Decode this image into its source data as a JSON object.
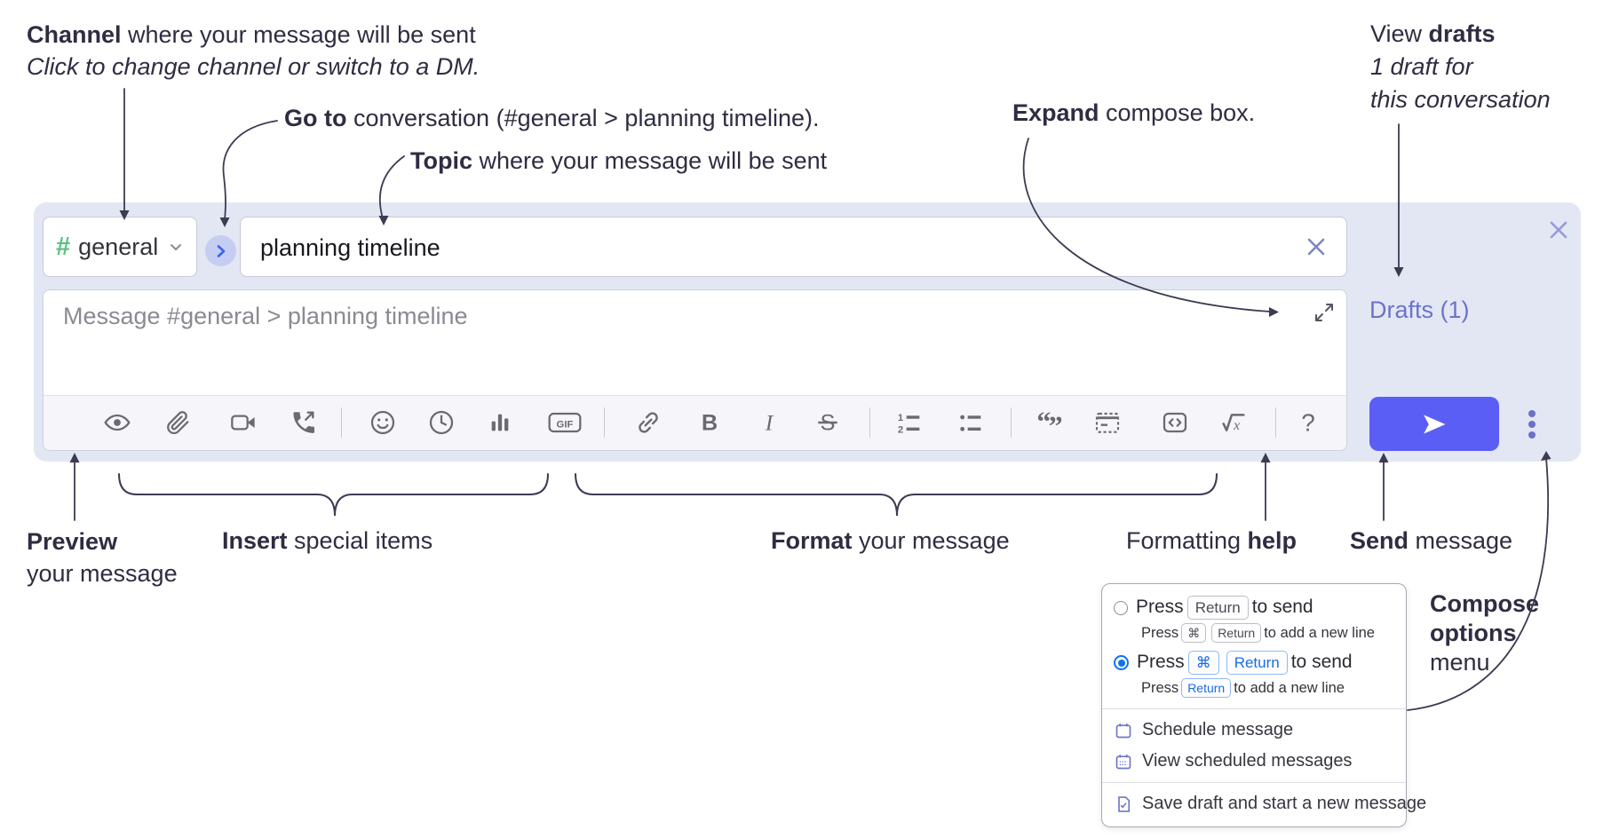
{
  "colors": {
    "compose_background": "#e3e7f4",
    "send_button": "#5a5ef5",
    "drafts_link": "#6b74c8",
    "channel_hash_green": "#5bc17e",
    "goto_arrow_blue": "#3d64e8",
    "annotation_text": "#2e2d42",
    "toolbar_icon": "#6a6a72",
    "selected_radio_blue": "#0f74ee",
    "menu_icon_purple": "#6e76ca"
  },
  "annotations": {
    "channel_line": {
      "bold": "Channel",
      "rest": " where your message will be sent"
    },
    "channel_sub": "Click to change channel or switch to a DM.",
    "goto": {
      "bold": "Go to",
      "rest": " conversation (#general > planning timeline)."
    },
    "topic": {
      "bold": "Topic",
      "rest": " where your message will be sent"
    },
    "expand": {
      "bold": "Expand",
      "rest": " compose box."
    },
    "view_drafts": {
      "pre": "View ",
      "bold": "drafts",
      "line2": "1 draft for",
      "line3": "this conversation"
    },
    "preview": {
      "bold": "Preview",
      "line2": "your message"
    },
    "insert": {
      "bold": "Insert",
      "rest": " special items"
    },
    "format": {
      "bold": "Format",
      "rest": " your message"
    },
    "formatting_help": {
      "pre": "Formatting ",
      "bold": "help"
    },
    "send": {
      "bold": "Send",
      "rest": " message"
    },
    "compose_options": {
      "bold1": "Compose",
      "bold2": "options",
      "line3": "menu"
    }
  },
  "compose": {
    "channel_selector": {
      "hash": "#",
      "channel": "general"
    },
    "goto_button_glyph": "›",
    "topic_input": {
      "value": "planning timeline"
    },
    "message_input": {
      "placeholder": "Message #general > planning timeline"
    },
    "drafts_link": "Drafts (1)",
    "toolbar": {
      "glyphs": {
        "gif": "GIF",
        "bold": "B",
        "italic": "I",
        "strike": "S",
        "help": "?",
        "math_x": "x",
        "ol1": "1",
        "ol2": "2",
        "quote_open": "“",
        "quote_close": "”"
      },
      "icons": [
        "preview",
        "attach-file",
        "video-call",
        "voice-call",
        "emoji",
        "global-time",
        "poll",
        "gif",
        "link",
        "bold",
        "italic",
        "strikethrough",
        "numbered-list",
        "bulleted-list",
        "quote",
        "spoiler",
        "code",
        "math",
        "help"
      ]
    }
  },
  "options_menu": {
    "send_options": [
      {
        "press": "Press",
        "key1": "Return",
        "suffix": "to send",
        "sub_press": "Press",
        "sub_key1": "⌘",
        "sub_key2": "Return",
        "sub_suffix": "to add a new line"
      },
      {
        "press": "Press",
        "key1": "⌘",
        "key2": "Return",
        "suffix": "to send",
        "sub_press": "Press",
        "sub_key1": "Return",
        "sub_suffix": "to add a new line"
      }
    ],
    "items": [
      "Schedule message",
      "View scheduled messages",
      "Save draft and start a new message"
    ]
  }
}
